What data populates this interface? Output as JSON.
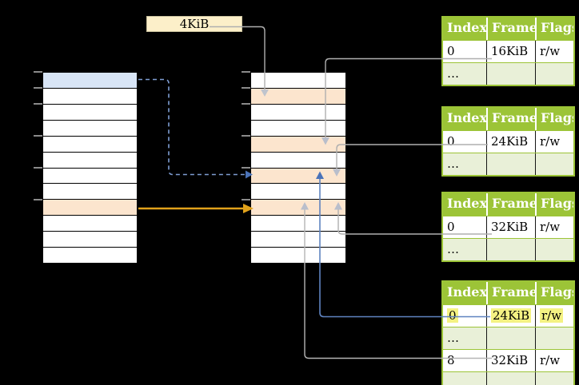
{
  "diagram": {
    "size_label": "4KiB",
    "left_page_table": {
      "rows": 12,
      "blue_row": 1,
      "orange_row": 9,
      "tick_rows": [
        1,
        2,
        3,
        5,
        7,
        9
      ]
    },
    "middle_page_table": {
      "rows": 12,
      "orange_rows": [
        2,
        5,
        7,
        9
      ],
      "tick_rows": [
        1,
        2,
        3,
        5,
        7,
        9
      ]
    },
    "frame_tables": [
      {
        "headers": [
          "Index",
          "Frame",
          "Flags"
        ],
        "rows": [
          {
            "cells": [
              "0",
              "16KiB",
              "r/w"
            ],
            "shade": "white",
            "highlight": false
          },
          {
            "cells": [
              "…",
              "",
              ""
            ],
            "shade": "green",
            "highlight": false
          }
        ]
      },
      {
        "headers": [
          "Index",
          "Frame",
          "Flags"
        ],
        "rows": [
          {
            "cells": [
              "0",
              "24KiB",
              "r/w"
            ],
            "shade": "white",
            "highlight": false
          },
          {
            "cells": [
              "…",
              "",
              ""
            ],
            "shade": "green",
            "highlight": false
          }
        ]
      },
      {
        "headers": [
          "Index",
          "Frame",
          "Flags"
        ],
        "rows": [
          {
            "cells": [
              "0",
              "32KiB",
              "r/w"
            ],
            "shade": "white",
            "highlight": false
          },
          {
            "cells": [
              "…",
              "",
              ""
            ],
            "shade": "green",
            "highlight": false
          }
        ]
      },
      {
        "headers": [
          "Index",
          "Frame",
          "Flags"
        ],
        "rows": [
          {
            "cells": [
              "0",
              "24KiB",
              "r/w"
            ],
            "shade": "white",
            "highlight": true
          },
          {
            "cells": [
              "…",
              "",
              ""
            ],
            "shade": "green",
            "highlight": false
          },
          {
            "cells": [
              "8",
              "32KiB",
              "r/w"
            ],
            "shade": "white",
            "highlight": false
          },
          {
            "cells": [
              "…",
              "",
              ""
            ],
            "shade": "green",
            "highlight": false
          }
        ]
      }
    ],
    "connections": [
      {
        "from": "size-label-4kib",
        "to": "middle-table-row-2",
        "style": "solid-gray",
        "direction": "down"
      },
      {
        "from": "frame-table-1-16KiB",
        "to": "middle-table-row-5",
        "style": "solid-gray",
        "direction": "down"
      },
      {
        "from": "frame-table-2-24KiB",
        "to": "middle-table-row-7",
        "style": "solid-gray",
        "direction": "down"
      },
      {
        "from": "frame-table-3-32KiB",
        "to": "middle-table-row-9",
        "style": "solid-gray",
        "direction": "up"
      },
      {
        "from": "frame-table-4-24KiB",
        "to": "middle-table-row-7",
        "style": "solid-blue",
        "direction": "up"
      },
      {
        "from": "frame-table-4-32KiB",
        "to": "middle-table-row-9",
        "style": "solid-gray",
        "direction": "up"
      },
      {
        "from": "left-table-row-1",
        "to": "middle-table-row-7",
        "style": "dashed-blue",
        "direction": "right"
      },
      {
        "from": "left-table-row-9",
        "to": "middle-table-row-9",
        "style": "solid-orange",
        "direction": "right"
      }
    ],
    "colors": {
      "background": "#000000",
      "table_header_green": "#9cc437",
      "table_row_green": "#e9f0d8",
      "blue_cell": "#d8e5f6",
      "orange_cell": "#fce5ce",
      "label_cream": "#fcefc9",
      "highlight_yellow": "#f4f283",
      "arrow_orange": "#e1a21b",
      "arrow_blue": "#4a72b8",
      "arrow_blue_light": "#7e9dd3",
      "arrow_gray": "#afafaf",
      "arrowhead_gray": "#b9becb"
    }
  }
}
